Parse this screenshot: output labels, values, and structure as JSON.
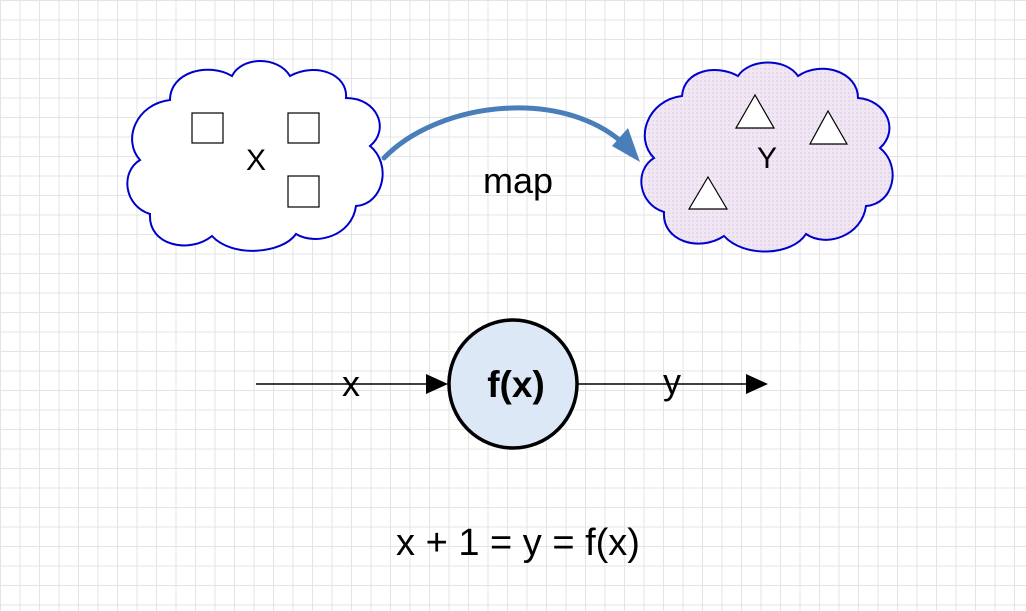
{
  "diagram": {
    "domain_set_label": "X",
    "codomain_set_label": "Y",
    "mapping_label": "map",
    "input_label": "x",
    "function_label": "f(x)",
    "output_label": "y",
    "equation": "x + 1 = y = f(x)",
    "domain_elements": [
      "square",
      "square",
      "square"
    ],
    "codomain_elements": [
      "triangle",
      "triangle",
      "triangle"
    ]
  },
  "colors": {
    "cloud_outline": "#0000cc",
    "codomain_fill": "#efe3f2",
    "arrow_curve": "#4a7ebb",
    "function_node_fill": "#dde8f7",
    "grid": "#e4e4e4"
  }
}
